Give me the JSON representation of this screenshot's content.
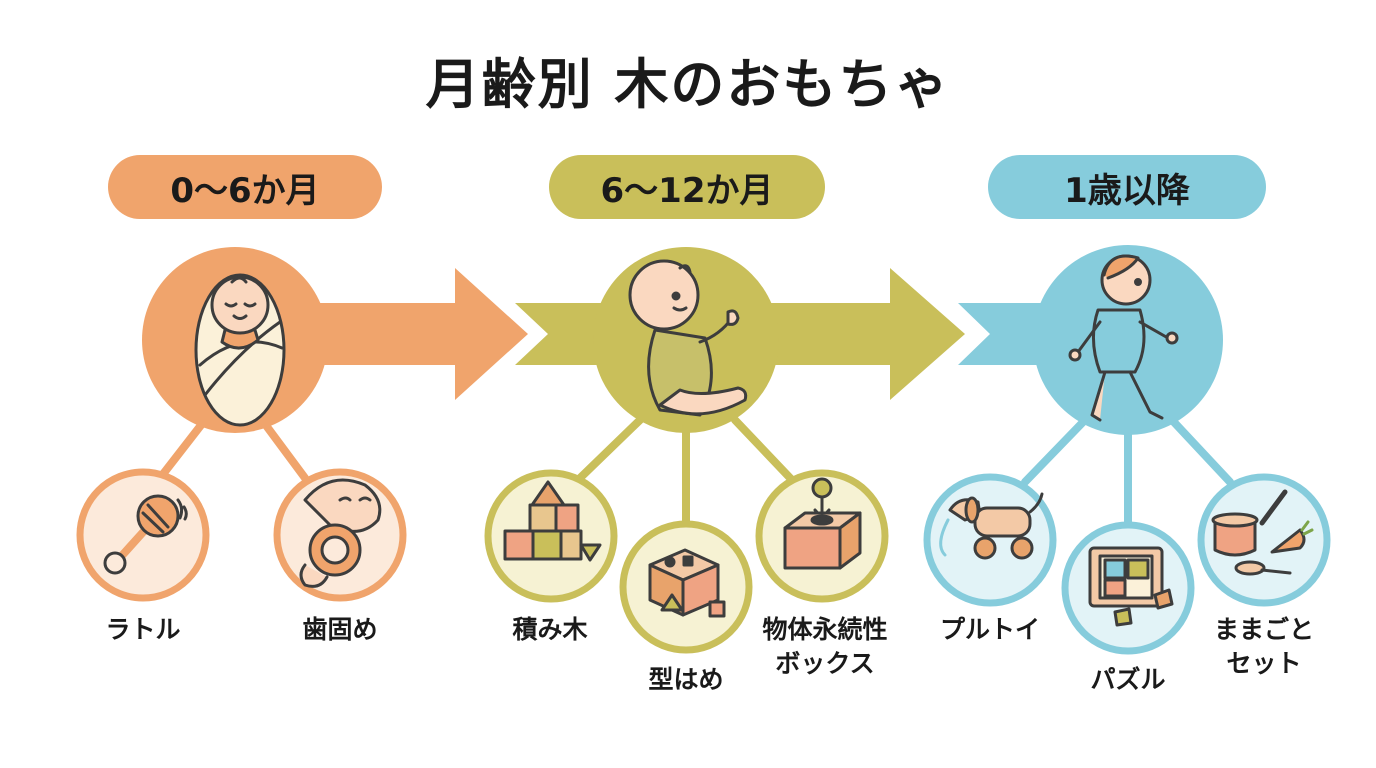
{
  "title": "月齢別 木のおもちゃ",
  "colors": {
    "orange": "#F0A46C",
    "olive": "#C9BF5A",
    "blue": "#86CCDC",
    "outline": "#3d3d3d"
  },
  "stages": [
    {
      "label": "0〜6か月",
      "illustration": "swaddled-baby-icon",
      "toys": [
        {
          "name": "ラトル",
          "icon": "rattle-icon"
        },
        {
          "name": "歯固め",
          "icon": "teether-icon"
        }
      ]
    },
    {
      "label": "6〜12か月",
      "illustration": "sitting-baby-icon",
      "toys": [
        {
          "name": "積み木",
          "icon": "building-blocks-icon"
        },
        {
          "name": "型はめ",
          "icon": "shape-sorter-icon"
        },
        {
          "name": "物体永続性",
          "name2": "ボックス",
          "icon": "object-permanence-box-icon"
        }
      ]
    },
    {
      "label": "1歳以降",
      "illustration": "walking-toddler-icon",
      "toys": [
        {
          "name": "プルトイ",
          "icon": "pull-toy-dog-icon"
        },
        {
          "name": "パズル",
          "icon": "puzzle-icon"
        },
        {
          "name": "ままごと",
          "name2": "セット",
          "icon": "play-kitchen-set-icon"
        }
      ]
    }
  ]
}
